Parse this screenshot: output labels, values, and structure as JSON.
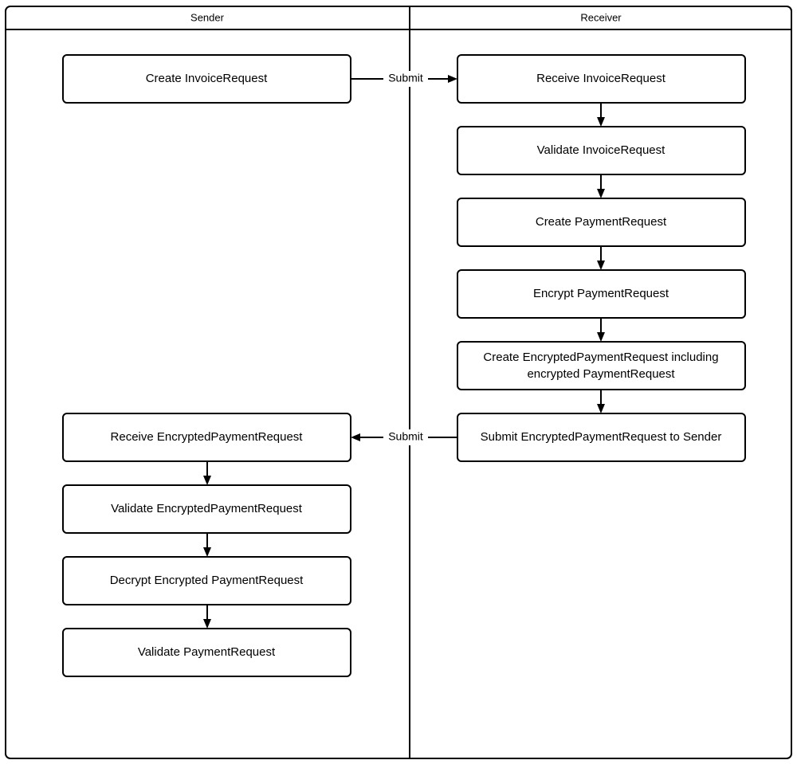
{
  "diagram": {
    "type": "swimlane-flowchart",
    "background_color": "#ffffff",
    "stroke_color": "#000000",
    "text_color": "#000000"
  },
  "lanes": [
    {
      "id": "sender",
      "title": "Sender"
    },
    {
      "id": "receiver",
      "title": "Receiver"
    }
  ],
  "nodes": [
    {
      "id": "n1",
      "lane": "sender",
      "label": "Create InvoiceRequest"
    },
    {
      "id": "n2",
      "lane": "receiver",
      "label": "Receive InvoiceRequest"
    },
    {
      "id": "n3",
      "lane": "receiver",
      "label": "Validate InvoiceRequest"
    },
    {
      "id": "n4",
      "lane": "receiver",
      "label": "Create PaymentRequest"
    },
    {
      "id": "n5",
      "lane": "receiver",
      "label": "Encrypt PaymentRequest"
    },
    {
      "id": "n6",
      "lane": "receiver",
      "label_line1": "Create EncryptedPaymentRequest including",
      "label_line2": "encrypted PaymentRequest"
    },
    {
      "id": "n7",
      "lane": "receiver",
      "label": "Submit EncryptedPaymentRequest to Sender"
    },
    {
      "id": "n8",
      "lane": "sender",
      "label": "Receive EncryptedPaymentRequest"
    },
    {
      "id": "n9",
      "lane": "sender",
      "label": "Validate EncryptedPaymentRequest"
    },
    {
      "id": "n10",
      "lane": "sender",
      "label": "Decrypt Encrypted PaymentRequest"
    },
    {
      "id": "n11",
      "lane": "sender",
      "label": "Validate PaymentRequest"
    }
  ],
  "edges": [
    {
      "id": "e1",
      "from": "n1",
      "to": "n2",
      "label": "Submit",
      "direction": "right"
    },
    {
      "id": "e2",
      "from": "n2",
      "to": "n3",
      "label": "",
      "direction": "down"
    },
    {
      "id": "e3",
      "from": "n3",
      "to": "n4",
      "label": "",
      "direction": "down"
    },
    {
      "id": "e4",
      "from": "n4",
      "to": "n5",
      "label": "",
      "direction": "down"
    },
    {
      "id": "e5",
      "from": "n5",
      "to": "n6",
      "label": "",
      "direction": "down"
    },
    {
      "id": "e6",
      "from": "n6",
      "to": "n7",
      "label": "",
      "direction": "down"
    },
    {
      "id": "e7",
      "from": "n7",
      "to": "n8",
      "label": "Submit",
      "direction": "left"
    },
    {
      "id": "e8",
      "from": "n8",
      "to": "n9",
      "label": "",
      "direction": "down"
    },
    {
      "id": "e9",
      "from": "n9",
      "to": "n10",
      "label": "",
      "direction": "down"
    },
    {
      "id": "e10",
      "from": "n10",
      "to": "n11",
      "label": "",
      "direction": "down"
    }
  ]
}
